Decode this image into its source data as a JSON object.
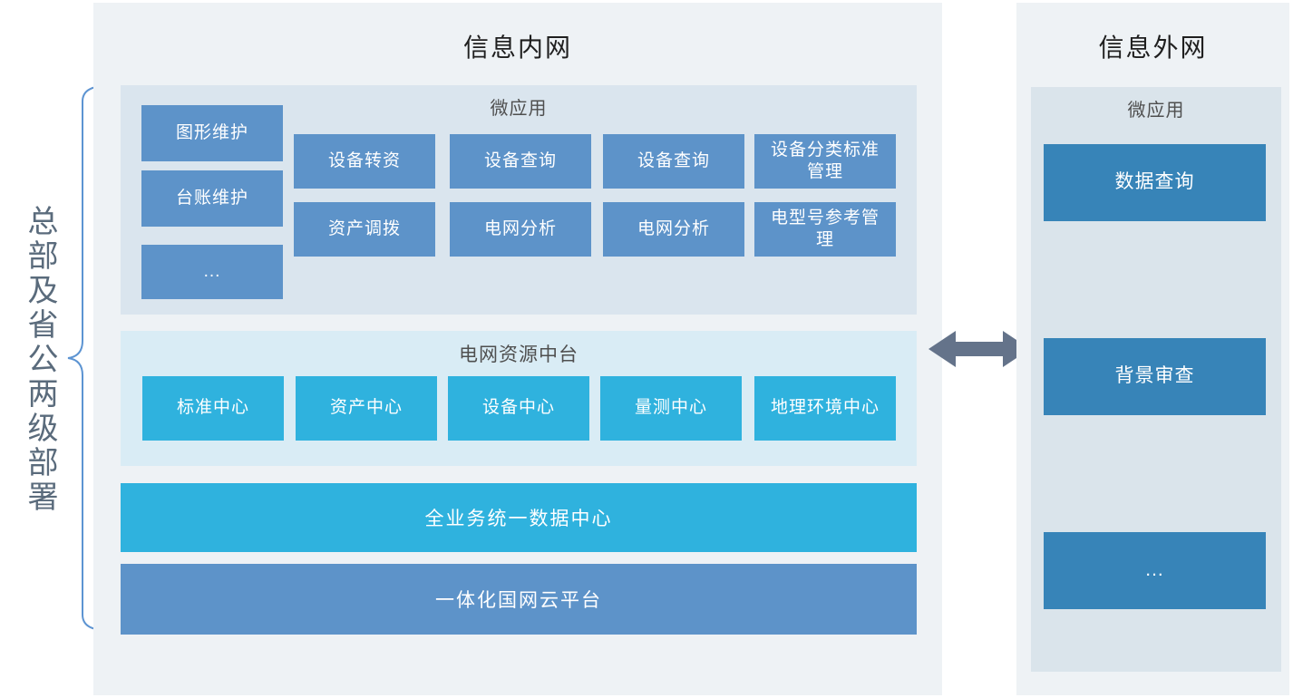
{
  "deployment_scope": {
    "label": "总部及省公两级部署"
  },
  "intranet": {
    "title": "信息内网",
    "micro_apps": {
      "label": "微应用",
      "column_items": [
        "图形维护",
        "台账维护",
        "..."
      ],
      "grid_rows": [
        [
          "设备转资",
          "设备查询",
          "设备查询",
          "设备分类标准管理"
        ],
        [
          "资产调拨",
          "电网分析",
          "电网分析",
          "电型号参考管理"
        ]
      ],
      "grid_rows_display": [
        [
          "设备转资",
          "设备查询",
          "设备查询",
          "设备分类\n标准管理"
        ],
        [
          "资产调拨",
          "电网分析",
          "电网分析",
          "电型号参\n考管理"
        ]
      ]
    },
    "resource_platform": {
      "label": "电网资源中台",
      "centers": [
        "标准中心",
        "资产中心",
        "设备中心",
        "量测中心",
        "地理环境中心"
      ]
    },
    "data_center_bar": "全业务统一数据中心",
    "cloud_bar": "一体化国网云平台"
  },
  "extranet": {
    "title": "信息外网",
    "micro_apps": {
      "label": "微应用",
      "items": [
        "数据查询",
        "背景审查",
        "..."
      ]
    }
  },
  "connector": {
    "type": "bidirectional-arrow"
  },
  "colors": {
    "panel_bg": "#eef2f5",
    "micro_section_bg": "#dae5ee",
    "platform_section_bg": "#d9ecf5",
    "ext_container_bg": "#dae4eb",
    "steel_blue_box": "#5d93c9",
    "cyan_box": "#2fb2de",
    "ext_blue_box": "#3784b8",
    "arrow": "#64738a",
    "brace": "#5d94d2",
    "title_text": "#1f1f1f",
    "section_label_text": "#4f4f4f",
    "vertical_label_text": "#5a6b7c"
  }
}
